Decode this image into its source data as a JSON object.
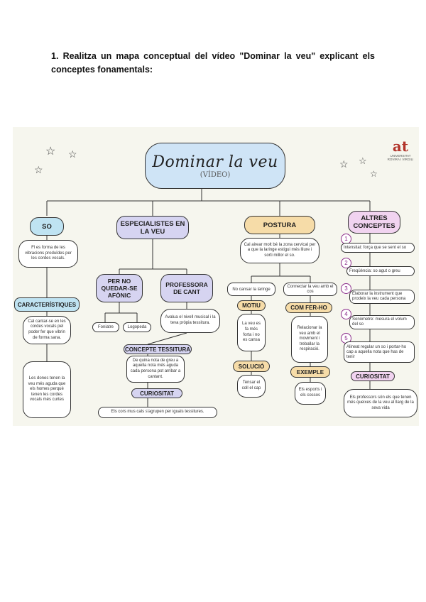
{
  "heading": "1. Realitza un mapa conceptual del vídeo \"Dominar la veu\" explicant els conceptes fonamentals:",
  "map": {
    "title": "Dominar la veu",
    "subtitle": "(VÍDEO)",
    "logo": {
      "mark": "at",
      "text": "UNIVERSITAT ROVIRA I VIRGILI"
    },
    "so": {
      "label": "SO",
      "note": "Fl es forma de les vibracions produïdes per les cordes vocals.",
      "char_label": "CARACTERÍSTIQUES",
      "char_note1": "Cal cantar-se en les cordes vocals pel poder fer que vibrin de forma sana.",
      "char_note2": "Les dones tenen la veu més aguda que els homes perquè tenen les cordes vocals més curtes"
    },
    "esp": {
      "label": "ESPECIALISTES EN LA VEU",
      "afonic_label": "PER NO QUEDAR-SE AFÒNIC",
      "prof_label": "PROFESSORA DE CANT",
      "foniatre": "Foniatre",
      "logopeda": "Logopeda",
      "prof_note": "Avalua el nivell musical i la teva pròpia tessitura.",
      "tess_label": "CONCEPTE TESSITURA",
      "tess_note": "De quina nota de greu a aquella nota més aguda cada persona pot arribar a cantant.",
      "cur_label": "CURIOSITAT",
      "cur_note": "Els cors mus cals s'agrupen per iguals tessitures."
    },
    "post": {
      "label": "POSTURA",
      "note": "Cal airear molt bé la zona cervical per a que la laringe estigui més lliure i sorti millor el so.",
      "left_box": "No cansar la laringe",
      "right_box": "Connectar la veu amb el cos",
      "motiu_label": "MOTIU",
      "motiu_note": "La veu es fa més forta i no es cansa",
      "solucio_label": "SOLUCIÓ",
      "solucio_note": "Tensar el coll el cap",
      "comfer_label": "COM FER-HO",
      "comfer_note": "Relacionar la veu amb el moviment i treballar la respiració.",
      "exemple_label": "EXEMPLE",
      "exemple_note": "Els esports i els cossos"
    },
    "altres": {
      "label": "ALTRES CONCEPTES",
      "items": [
        {
          "n": "1",
          "text": "Intensitat: força que se sent el so"
        },
        {
          "n": "2",
          "text": "Freqüència: so agut o greu"
        },
        {
          "n": "3",
          "text": "Elaborar la instrument que prodeix la veu cada persona"
        },
        {
          "n": "4",
          "text": "Sonòmetre: mesura el volum del so"
        },
        {
          "n": "5",
          "text": "Alineat regular un so i portar-ho cap a aquella nota que has de tenir"
        }
      ],
      "cur_label": "CURIOSITAT",
      "cur_note": "Els professors són els que tenen més queixes de la veu al llarg de la seva vida"
    }
  }
}
